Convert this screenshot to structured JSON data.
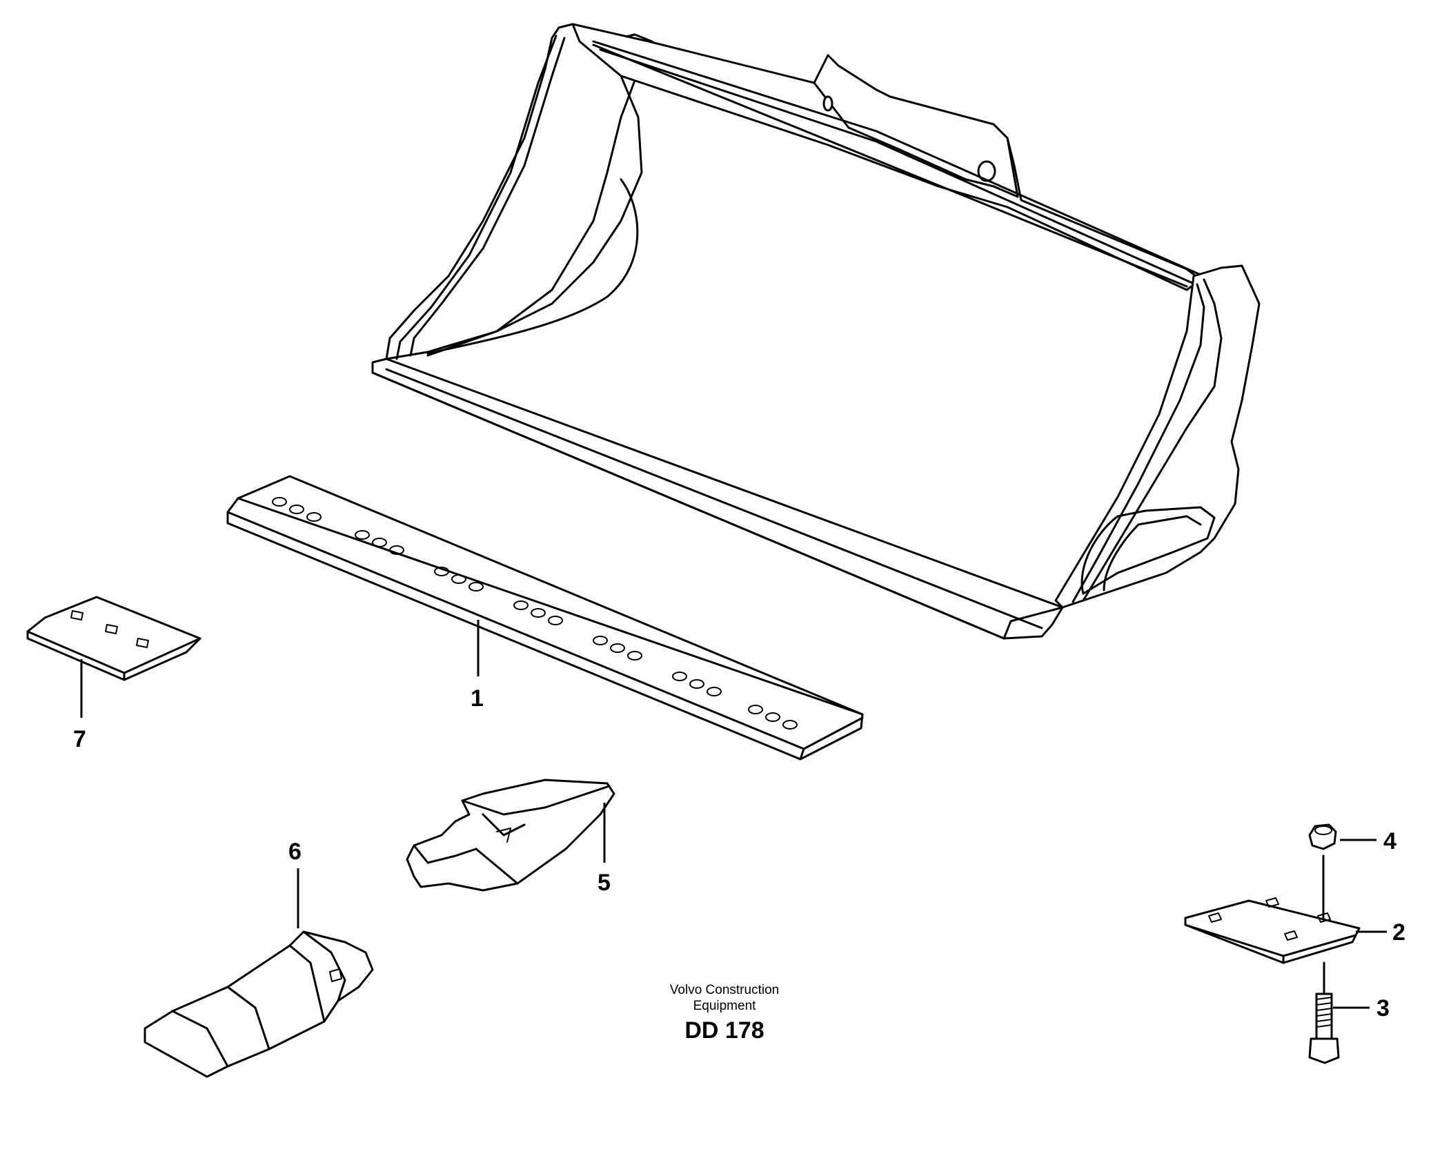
{
  "callouts": {
    "c1": "1",
    "c2": "2",
    "c3": "3",
    "c4": "4",
    "c5": "5",
    "c6": "6",
    "c7": "7"
  },
  "credit": {
    "line1": "Volvo Construction",
    "line2": "Equipment",
    "code": "DD 178"
  }
}
